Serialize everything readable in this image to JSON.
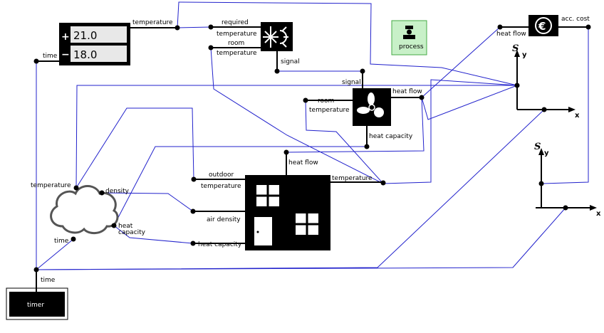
{
  "setpoint": {
    "value_high": "21.0",
    "value_low": "18.0",
    "plus_symbol": "+",
    "minus_symbol": "−",
    "out_label": "temperature",
    "in_label": "time"
  },
  "thermostat": {
    "in_required": "required",
    "in_required_2": "temperature",
    "in_room": "room",
    "in_room_2": "temperature",
    "out_signal": "signal"
  },
  "process_block": {
    "label": "process"
  },
  "fan": {
    "in_signal": "signal",
    "in_room": "room",
    "in_room_2": "temperature",
    "out_heatflow": "heat flow",
    "in_heatcap": "heat capacity"
  },
  "cost": {
    "in_heatflow": "heat flow",
    "out_acc": "acc. cost",
    "symbol": "€"
  },
  "plot1": {
    "y_symbol": "S",
    "y_label": "y",
    "x_label": "x"
  },
  "plot2": {
    "y_symbol": "S",
    "y_label": "y",
    "x_label": "x"
  },
  "weather": {
    "out_temperature": "temperature",
    "out_density": "density",
    "out_heat": "heat",
    "out_capacity": "capacity",
    "in_time": "time"
  },
  "house": {
    "in_outdoor": "outdoor",
    "in_outdoor_2": "temperature",
    "in_air": "air density",
    "in_heatcap": "heat capacity",
    "in_heatflow": "heat flow",
    "out_temperature": "temperature"
  },
  "timer": {
    "label": "timer",
    "out_time": "time"
  },
  "colors": {
    "wire": "#2222cc",
    "process_fill": "#c8f0c8",
    "process_border": "#44aa44"
  }
}
